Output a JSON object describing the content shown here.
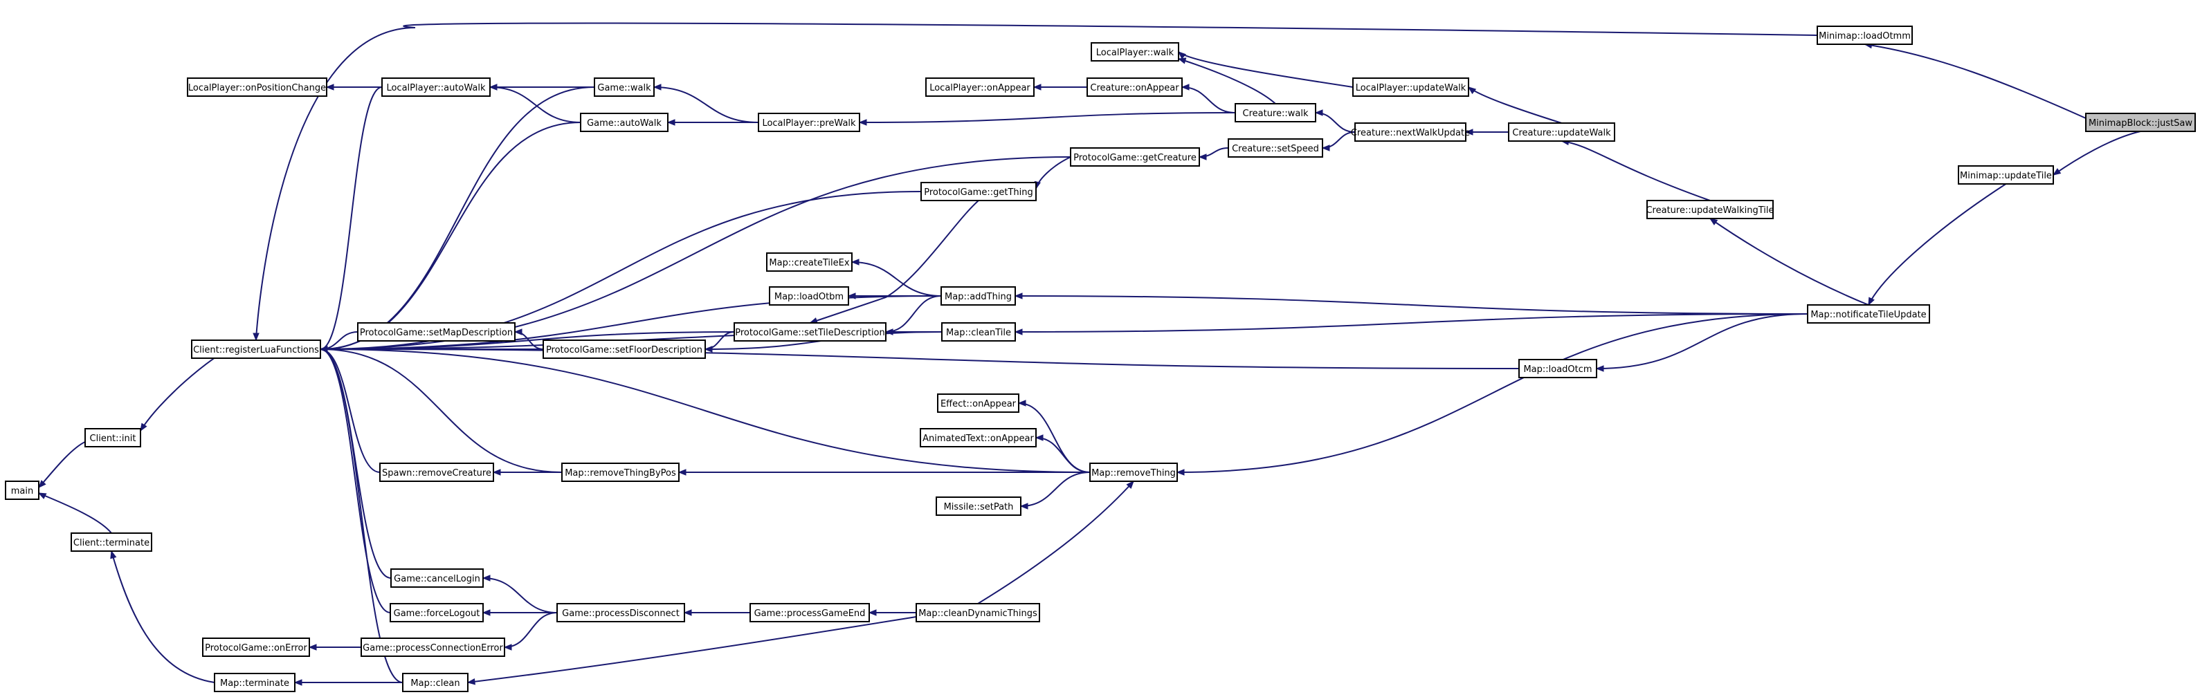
{
  "diagram": {
    "title": "",
    "nodes": [
      {
        "id": "main",
        "label": "main"
      },
      {
        "id": "client_init",
        "label": "Client::init"
      },
      {
        "id": "client_terminate",
        "label": "Client::terminate"
      },
      {
        "id": "client_register",
        "label": "Client::registerLuaFunctions"
      },
      {
        "id": "pg_onerror",
        "label": "ProtocolGame::onError"
      },
      {
        "id": "map_terminate",
        "label": "Map::terminate"
      },
      {
        "id": "lp_onposchange",
        "label": "LocalPlayer::onPositionChange"
      },
      {
        "id": "lp_autowalk",
        "label": "LocalPlayer::autoWalk"
      },
      {
        "id": "game_walk",
        "label": "Game::walk"
      },
      {
        "id": "game_autowalk",
        "label": "Game::autoWalk"
      },
      {
        "id": "lp_prewalk",
        "label": "LocalPlayer::preWalk"
      },
      {
        "id": "lp_walk",
        "label": "LocalPlayer::walk"
      },
      {
        "id": "lp_onappear",
        "label": "LocalPlayer::onAppear"
      },
      {
        "id": "creature_onappear",
        "label": "Creature::onAppear"
      },
      {
        "id": "creature_walk",
        "label": "Creature::walk"
      },
      {
        "id": "lp_updatewalk",
        "label": "LocalPlayer::updateWalk"
      },
      {
        "id": "creature_nextwalk",
        "label": "Creature::nextWalkUpdate"
      },
      {
        "id": "creature_updatewalk",
        "label": "Creature::updateWalk"
      },
      {
        "id": "creature_setspeed",
        "label": "Creature::setSpeed"
      },
      {
        "id": "pg_getcreature",
        "label": "ProtocolGame::getCreature"
      },
      {
        "id": "pg_getthing",
        "label": "ProtocolGame::getThing"
      },
      {
        "id": "creature_updatewalkingtile",
        "label": "Creature::updateWalkingTile"
      },
      {
        "id": "minimap_loadotmm",
        "label": "Minimap::loadOtmm"
      },
      {
        "id": "minimapblock_justsaw",
        "label": "MinimapBlock::justSaw"
      },
      {
        "id": "minimap_updatetile",
        "label": "Minimap::updateTile"
      },
      {
        "id": "map_createtileex",
        "label": "Map::createTileEx"
      },
      {
        "id": "map_loadotbm",
        "label": "Map::loadOtbm"
      },
      {
        "id": "map_addthing",
        "label": "Map::addThing"
      },
      {
        "id": "pg_setmapdesc",
        "label": "ProtocolGame::setMapDescription"
      },
      {
        "id": "pg_setfloordesc",
        "label": "ProtocolGame::setFloorDescription"
      },
      {
        "id": "pg_settiledesc",
        "label": "ProtocolGame::setTileDescription"
      },
      {
        "id": "map_cleantile",
        "label": "Map::cleanTile"
      },
      {
        "id": "map_notify",
        "label": "Map::notificateTileUpdate"
      },
      {
        "id": "map_loadotcm",
        "label": "Map::loadOtcm"
      },
      {
        "id": "effect_onappear",
        "label": "Effect::onAppear"
      },
      {
        "id": "animtext_onappear",
        "label": "AnimatedText::onAppear"
      },
      {
        "id": "spawn_removecreature",
        "label": "Spawn::removeCreature"
      },
      {
        "id": "map_removethingbypos",
        "label": "Map::removeThingByPos"
      },
      {
        "id": "map_removething",
        "label": "Map::removeThing"
      },
      {
        "id": "missile_setpath",
        "label": "Missile::setPath"
      },
      {
        "id": "game_cancellogin",
        "label": "Game::cancelLogin"
      },
      {
        "id": "game_forcelogout",
        "label": "Game::forceLogout"
      },
      {
        "id": "game_processdisconnect",
        "label": "Game::processDisconnect"
      },
      {
        "id": "game_processgameend",
        "label": "Game::processGameEnd"
      },
      {
        "id": "map_cleandynamic",
        "label": "Map::cleanDynamicThings"
      },
      {
        "id": "game_processconnerror",
        "label": "Game::processConnectionError"
      },
      {
        "id": "map_clean",
        "label": "Map::clean"
      }
    ],
    "edges": [
      [
        "client_init",
        "main"
      ],
      [
        "client_terminate",
        "main"
      ],
      [
        "client_register",
        "client_init"
      ],
      [
        "map_terminate",
        "client_terminate"
      ],
      [
        "lp_autowalk",
        "lp_onposchange"
      ],
      [
        "lp_autowalk",
        "client_register"
      ],
      [
        "game_walk",
        "lp_autowalk"
      ],
      [
        "game_walk",
        "client_register"
      ],
      [
        "game_autowalk",
        "lp_autowalk"
      ],
      [
        "game_autowalk",
        "client_register"
      ],
      [
        "lp_prewalk",
        "game_walk"
      ],
      [
        "lp_prewalk",
        "game_autowalk"
      ],
      [
        "creature_walk",
        "lp_prewalk"
      ],
      [
        "creature_walk",
        "lp_walk"
      ],
      [
        "creature_walk",
        "creature_onappear"
      ],
      [
        "creature_onappear",
        "lp_onappear"
      ],
      [
        "lp_updatewalk",
        "lp_walk"
      ],
      [
        "creature_nextwalk",
        "creature_walk"
      ],
      [
        "creature_nextwalk",
        "creature_setspeed"
      ],
      [
        "creature_updatewalk",
        "lp_updatewalk"
      ],
      [
        "creature_updatewalk",
        "creature_nextwalk"
      ],
      [
        "creature_setspeed",
        "pg_getcreature"
      ],
      [
        "pg_getcreature",
        "pg_getthing"
      ],
      [
        "pg_getcreature",
        "client_register"
      ],
      [
        "pg_getthing",
        "client_register"
      ],
      [
        "pg_getthing",
        "pg_settiledesc"
      ],
      [
        "creature_updatewalkingtile",
        "creature_updatewalk"
      ],
      [
        "minimap_loadotmm",
        "client_register"
      ],
      [
        "minimapblock_justsaw",
        "minimap_loadotmm"
      ],
      [
        "minimapblock_justsaw",
        "minimap_updatetile"
      ],
      [
        "minimap_updatetile",
        "map_notify"
      ],
      [
        "map_notify",
        "creature_updatewalkingtile"
      ],
      [
        "map_notify",
        "map_addthing"
      ],
      [
        "map_notify",
        "map_cleantile"
      ],
      [
        "map_notify",
        "map_loadotcm"
      ],
      [
        "map_notify",
        "map_removething"
      ],
      [
        "map_addthing",
        "map_createtileex"
      ],
      [
        "map_addthing",
        "map_loadotbm"
      ],
      [
        "map_addthing",
        "pg_settiledesc"
      ],
      [
        "map_addthing",
        "client_register"
      ],
      [
        "map_cleantile",
        "pg_settiledesc"
      ],
      [
        "map_cleantile",
        "pg_setfloordesc"
      ],
      [
        "map_cleantile",
        "client_register"
      ],
      [
        "pg_settiledesc",
        "pg_setfloordesc"
      ],
      [
        "pg_settiledesc",
        "client_register"
      ],
      [
        "pg_setfloordesc",
        "pg_setmapdesc"
      ],
      [
        "pg_setfloordesc",
        "client_register"
      ],
      [
        "pg_setmapdesc",
        "client_register"
      ],
      [
        "map_loadotcm",
        "client_register"
      ],
      [
        "map_removething",
        "effect_onappear"
      ],
      [
        "map_removething",
        "animtext_onappear"
      ],
      [
        "map_removething",
        "map_removethingbypos"
      ],
      [
        "map_removething",
        "missile_setpath"
      ],
      [
        "map_removething",
        "client_register"
      ],
      [
        "map_removethingbypos",
        "spawn_removecreature"
      ],
      [
        "map_removethingbypos",
        "client_register"
      ],
      [
        "spawn_removecreature",
        "client_register"
      ],
      [
        "map_cleandynamic",
        "map_removething"
      ],
      [
        "map_cleandynamic",
        "game_processgameend"
      ],
      [
        "map_cleandynamic",
        "map_clean"
      ],
      [
        "game_processgameend",
        "game_processdisconnect"
      ],
      [
        "game_processdisconnect",
        "game_cancellogin"
      ],
      [
        "game_processdisconnect",
        "game_forcelogout"
      ],
      [
        "game_processdisconnect",
        "game_processconnerror"
      ],
      [
        "game_cancellogin",
        "client_register"
      ],
      [
        "game_forcelogout",
        "client_register"
      ],
      [
        "game_processconnerror",
        "pg_onerror"
      ],
      [
        "map_clean",
        "map_terminate"
      ],
      [
        "map_clean",
        "client_register"
      ]
    ],
    "highlighted": "minimapblock_justsaw"
  }
}
